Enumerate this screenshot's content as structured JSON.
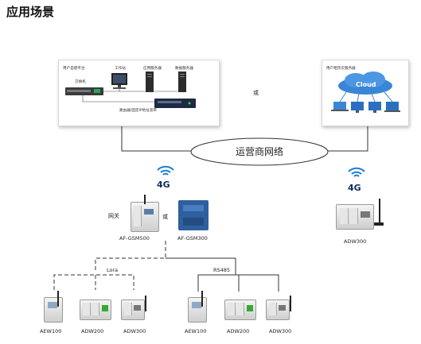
{
  "title": "应用场景",
  "left_panel": {
    "platform_label": "用户自建平台",
    "switch_label": "交换机",
    "workstation_label": "工作站",
    "app_server_label": "应用服务器",
    "db_server_label": "数据服务器",
    "router_label": "路由器/固定IP地址宽带"
  },
  "or_labels": {
    "between_panels": "或",
    "between_gateways": "或"
  },
  "right_panel": {
    "cloud_server_label": "用户租赁云服务器",
    "cloud_text": "Cloud"
  },
  "network": {
    "label": "运营商网络"
  },
  "left_4g": "4G",
  "right_4g": "4G",
  "gateway_label": "网关",
  "gateways": [
    {
      "name": "AF-GSM500"
    },
    {
      "name": "AF-GSM300"
    }
  ],
  "right_device": "ADW300",
  "bus_labels": {
    "lora": "Lora",
    "rs485": "RS485"
  },
  "left_group": [
    {
      "name": "AEW100"
    },
    {
      "name": "ADW200"
    },
    {
      "name": "ADW300"
    }
  ],
  "right_group": [
    {
      "name": "AEW100"
    },
    {
      "name": "ADW200"
    },
    {
      "name": "ADW300"
    }
  ],
  "colors": {
    "cloud_blue": "#3a86d6",
    "wifi_blue": "#1e7fd2",
    "label_navy": "#0e2d5c"
  }
}
